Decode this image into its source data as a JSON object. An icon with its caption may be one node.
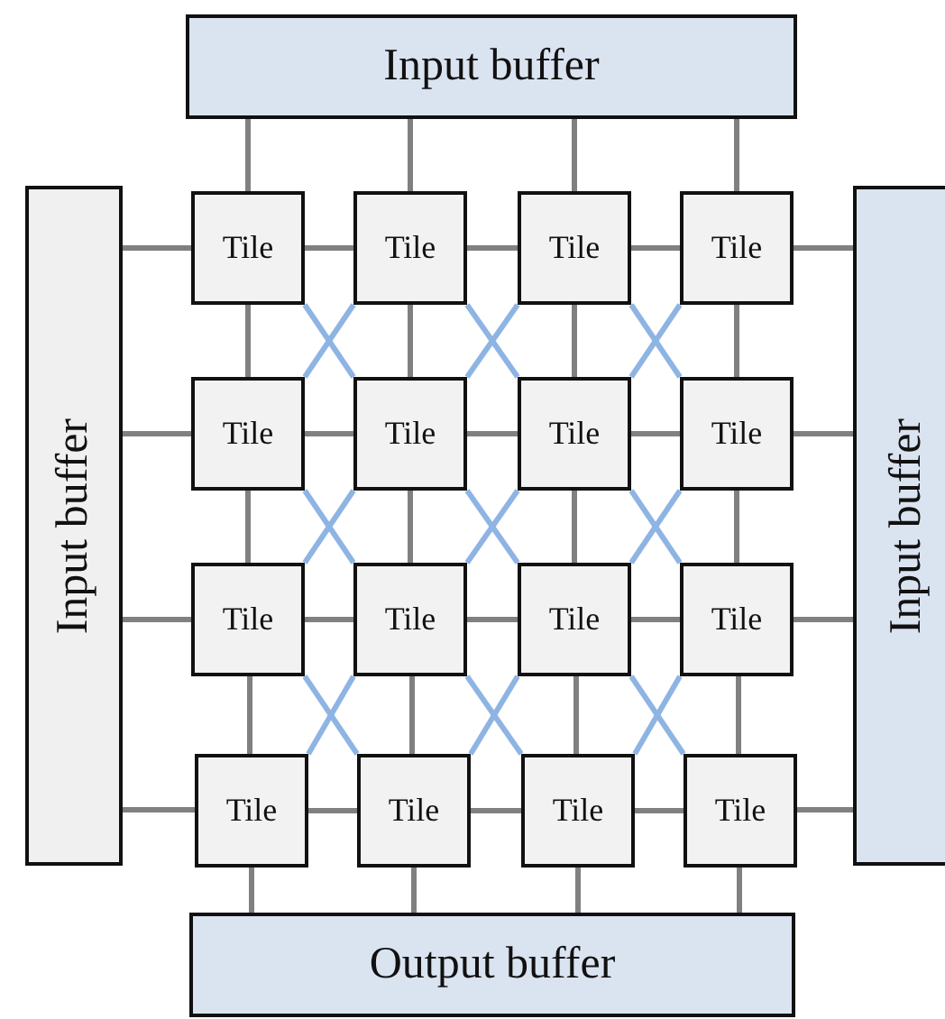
{
  "diagram": {
    "nodes": [
      {
        "text": [
          "Input buffer"
        ]
      },
      {
        "text": [
          "Input buffer"
        ]
      },
      {
        "text": [
          "Input buffer"
        ]
      },
      {
        "text": [
          "Tile"
        ]
      },
      {
        "text": [
          "Tile"
        ]
      },
      {
        "text": [
          "Tile"
        ]
      },
      {
        "text": [
          "Tile"
        ]
      },
      {
        "text": [
          "Tile"
        ]
      },
      {
        "text": [
          "Tile"
        ]
      },
      {
        "text": [
          "Tile"
        ]
      },
      {
        "text": [
          "Tile"
        ]
      },
      {
        "text": [
          "Tile"
        ]
      },
      {
        "text": [
          "Tile"
        ]
      },
      {
        "text": [
          "Tile"
        ]
      },
      {
        "text": [
          "Tile"
        ]
      },
      {
        "text": [
          "Tile"
        ]
      },
      {
        "text": [
          "Tile"
        ]
      },
      {
        "text": [
          "Tile"
        ]
      },
      {
        "text": [
          "Tile"
        ]
      },
      {
        "text": [
          "Output buffer"
        ]
      }
    ],
    "edges": [
      {
        "from": 0,
        "to": 3,
        "arrow": "none"
      },
      {
        "from": 0,
        "to": 4,
        "arrow": "none"
      },
      {
        "from": 0,
        "to": 5,
        "arrow": "none"
      },
      {
        "from": 0,
        "to": 6,
        "arrow": "none"
      },
      {
        "from": 1,
        "to": 3,
        "arrow": "none"
      },
      {
        "from": 1,
        "to": 7,
        "arrow": "none"
      },
      {
        "from": 1,
        "to": 11,
        "arrow": "none"
      },
      {
        "from": 1,
        "to": 15,
        "arrow": "none"
      },
      {
        "from": 3,
        "to": 4,
        "arrow": "none"
      },
      {
        "from": 4,
        "to": 5,
        "arrow": "none"
      },
      {
        "from": 5,
        "to": 6,
        "arrow": "none"
      },
      {
        "from": 7,
        "to": 8,
        "arrow": "none"
      },
      {
        "from": 8,
        "to": 9,
        "arrow": "none"
      },
      {
        "from": 9,
        "to": 10,
        "arrow": "none"
      },
      {
        "from": 11,
        "to": 12,
        "arrow": "none"
      },
      {
        "from": 12,
        "to": 13,
        "arrow": "none"
      },
      {
        "from": 13,
        "to": 14,
        "arrow": "none"
      },
      {
        "from": 15,
        "to": 16,
        "arrow": "none"
      },
      {
        "from": 16,
        "to": 17,
        "arrow": "none"
      },
      {
        "from": 17,
        "to": 18,
        "arrow": "none"
      },
      {
        "from": 6,
        "to": 2,
        "arrow": "none"
      },
      {
        "from": 10,
        "to": 2,
        "arrow": "none"
      },
      {
        "from": 14,
        "to": 2,
        "arrow": "none"
      },
      {
        "from": 18,
        "to": 2,
        "arrow": "none"
      },
      {
        "from": 3,
        "to": 7,
        "arrow": "none"
      },
      {
        "from": 7,
        "to": 11,
        "arrow": "none"
      },
      {
        "from": 11,
        "to": 15,
        "arrow": "none"
      },
      {
        "from": 4,
        "to": 8,
        "arrow": "none"
      },
      {
        "from": 8,
        "to": 12,
        "arrow": "none"
      },
      {
        "from": 12,
        "to": 16,
        "arrow": "none"
      },
      {
        "from": 5,
        "to": 9,
        "arrow": "none"
      },
      {
        "from": 9,
        "to": 13,
        "arrow": "none"
      },
      {
        "from": 13,
        "to": 17,
        "arrow": "none"
      },
      {
        "from": 6,
        "to": 10,
        "arrow": "none"
      },
      {
        "from": 10,
        "to": 14,
        "arrow": "none"
      },
      {
        "from": 14,
        "to": 18,
        "arrow": "none"
      },
      {
        "from": 3,
        "to": 8,
        "arrow": "none",
        "color": "#8eb4e3"
      },
      {
        "from": 4,
        "to": 7,
        "arrow": "none",
        "color": "#8eb4e3"
      },
      {
        "from": 4,
        "to": 9,
        "arrow": "none",
        "color": "#8eb4e3"
      },
      {
        "from": 5,
        "to": 8,
        "arrow": "none",
        "color": "#8eb4e3"
      },
      {
        "from": 5,
        "to": 10,
        "arrow": "none",
        "color": "#8eb4e3"
      },
      {
        "from": 6,
        "to": 9,
        "arrow": "none",
        "color": "#8eb4e3"
      },
      {
        "from": 7,
        "to": 12,
        "arrow": "none",
        "color": "#8eb4e3"
      },
      {
        "from": 8,
        "to": 11,
        "arrow": "none",
        "color": "#8eb4e3"
      },
      {
        "from": 8,
        "to": 13,
        "arrow": "none",
        "color": "#8eb4e3"
      },
      {
        "from": 9,
        "to": 12,
        "arrow": "none",
        "color": "#8eb4e3"
      },
      {
        "from": 9,
        "to": 14,
        "arrow": "none",
        "color": "#8eb4e3"
      },
      {
        "from": 10,
        "to": 13,
        "arrow": "none",
        "color": "#8eb4e3"
      },
      {
        "from": 11,
        "to": 16,
        "arrow": "none",
        "color": "#8eb4e3"
      },
      {
        "from": 12,
        "to": 15,
        "arrow": "none",
        "color": "#8eb4e3"
      },
      {
        "from": 12,
        "to": 17,
        "arrow": "none",
        "color": "#8eb4e3"
      },
      {
        "from": 13,
        "to": 16,
        "arrow": "none",
        "color": "#8eb4e3"
      },
      {
        "from": 13,
        "to": 18,
        "arrow": "none",
        "color": "#8eb4e3"
      },
      {
        "from": 14,
        "to": 17,
        "arrow": "none",
        "color": "#8eb4e3"
      },
      {
        "from": 15,
        "to": 19,
        "arrow": "none"
      },
      {
        "from": 16,
        "to": 19,
        "arrow": "none"
      },
      {
        "from": 17,
        "to": 19,
        "arrow": "none"
      },
      {
        "from": 18,
        "to": 19,
        "arrow": "none"
      }
    ]
  }
}
